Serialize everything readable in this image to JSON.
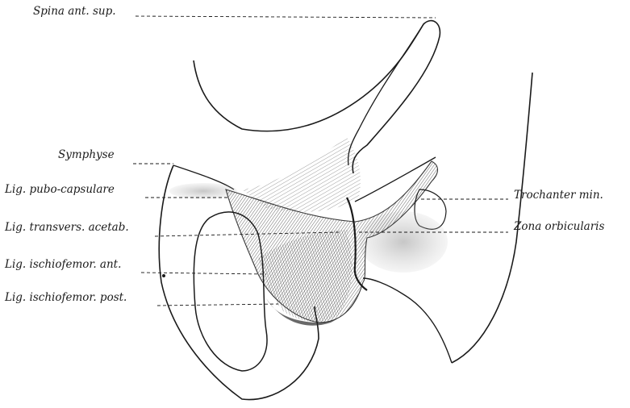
{
  "labels": {
    "spina_ant_sup": "Spina ant. sup.",
    "symphyse": "Symphyse",
    "lig_pubo_capsulare": "Lig. pubo-capsulare",
    "lig_transvers_acetab": "Lig. transvers. acetab.",
    "lig_ischiofemor_ant": "Lig. ischiofemor. ant.",
    "lig_ischiofemor_post": "Lig. ischiofemor. post.",
    "trochanter_min": "Trochanter min.",
    "zona_orbicularis": "Zona orbicularis"
  },
  "colors": {
    "ink": "#1a1a1a",
    "paper": "#ffffff",
    "shade": "#555555"
  }
}
